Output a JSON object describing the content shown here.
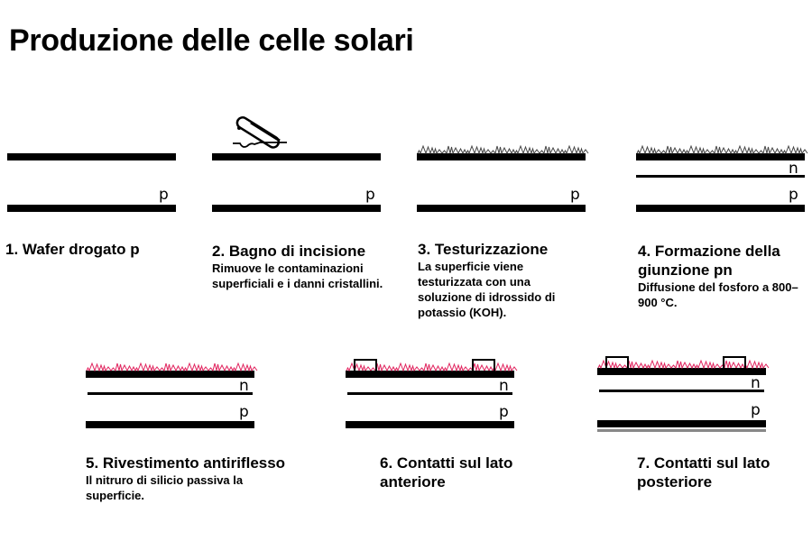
{
  "title": "Produzione delle celle solari",
  "layer_labels": {
    "p": "p",
    "n": "n"
  },
  "colors": {
    "layer": "#000000",
    "antireflective": "#e0245e",
    "back_contact": "#888888"
  },
  "steps": [
    {
      "title": "1. Wafer drogato p",
      "description": ""
    },
    {
      "title": "2. Bagno di incisione",
      "description": "Rimuove le contaminazioni superficiali e i danni cristallini.",
      "icon": "test-tube-icon"
    },
    {
      "title": "3. Testurizzazione",
      "description": "La superficie viene testurizzata con una soluzione di idrossido di potassio (KOH)."
    },
    {
      "title": "4. Formazione della giunzione pn",
      "description": "Diffusione del fosforo a 800–900 °C."
    },
    {
      "title": "5. Rivestimento antiriflesso",
      "description": "Il nitruro di silicio passiva la superficie."
    },
    {
      "title": "6. Contatti sul lato anteriore",
      "description": ""
    },
    {
      "title": "7. Contatti sul lato posteriore",
      "description": ""
    }
  ]
}
